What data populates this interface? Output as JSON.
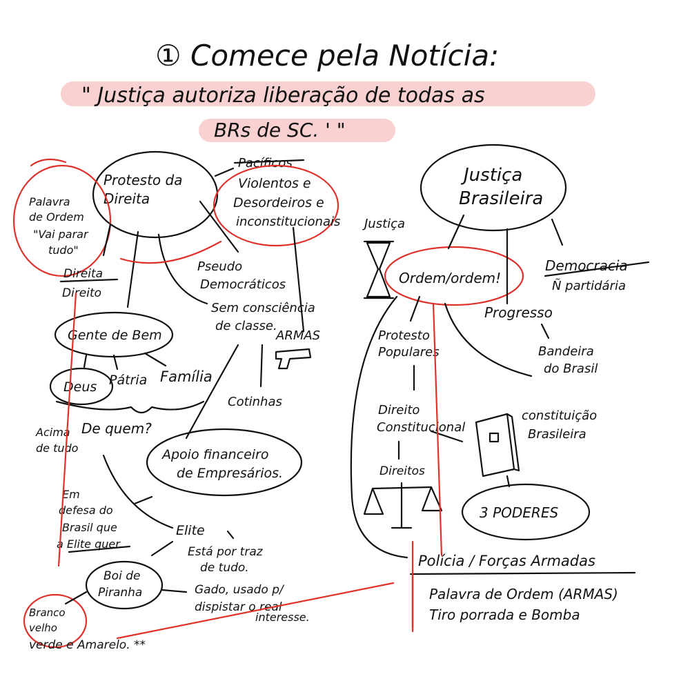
{
  "title": "① Comece pela Notícia:",
  "headline": {
    "line1": "\" Justiça autoriza liberação de todas as",
    "line2": "BRs de SC. ' \""
  },
  "left": {
    "protesto": [
      "Protesto da",
      "Direita"
    ],
    "palavra": [
      "Palavra",
      "de Ordem",
      "\"Vai parar",
      "tudo\""
    ],
    "pacificos": "Pacíficos",
    "violentos": [
      "Violentos e",
      "Desordeiros e",
      "inconstitucionais"
    ],
    "pseudo": [
      "Pseudo",
      "Democráticos"
    ],
    "direita": "Direita",
    "direito": "Direito",
    "sem_consciencia": [
      "Sem consciência",
      "de classe."
    ],
    "armas": "ARMAS",
    "gente_de_bem": "Gente de Bem",
    "deus": "Deus",
    "patria": "Pátria",
    "familia": "Família",
    "acima": [
      "Acima",
      "de tudo"
    ],
    "de_quem": "De quem?",
    "cotinhas": "Cotinhas",
    "apoio": [
      "Apoio financeiro",
      "de Empresários."
    ],
    "em_defesa": [
      "Em",
      "defesa do",
      "Brasil que",
      "a Elite quer."
    ],
    "elite": "Elite",
    "esta_por_traz": [
      "Está por traz",
      "de tudo."
    ],
    "boi": [
      "Boi de",
      "Piranha"
    ],
    "gado": [
      "Gado, usado p/",
      "dispistar o real",
      "interesse."
    ],
    "branco": [
      "Branco",
      "velho"
    ],
    "verde": "verde e Amarelo. **"
  },
  "right": {
    "justica_brasileira": [
      "Justiça",
      "Brasileira"
    ],
    "justica": "Justiça",
    "democracia": [
      "Democracia",
      "Ñ partidária"
    ],
    "ordem": "Ordem/ordem!",
    "progresso": "Progresso",
    "protesto_pop": [
      "Protesto",
      "Populares"
    ],
    "bandeira": [
      "Bandeira",
      "do Brasil"
    ],
    "direito_const": [
      "Direito",
      "Constitucional"
    ],
    "constituicao": [
      "constituição",
      "Brasileira"
    ],
    "direitos": "Direitos",
    "tres_poderes": "3 PODERES",
    "policia": "Polícia / Forças Armadas",
    "palavra_ordem": "Palavra de Ordem (ARMAS)",
    "tiro": "Tiro porrada e Bomba"
  },
  "colors": {
    "ink": "#111111",
    "accent": "#e0302a",
    "highlight": "#f8c9c9"
  }
}
